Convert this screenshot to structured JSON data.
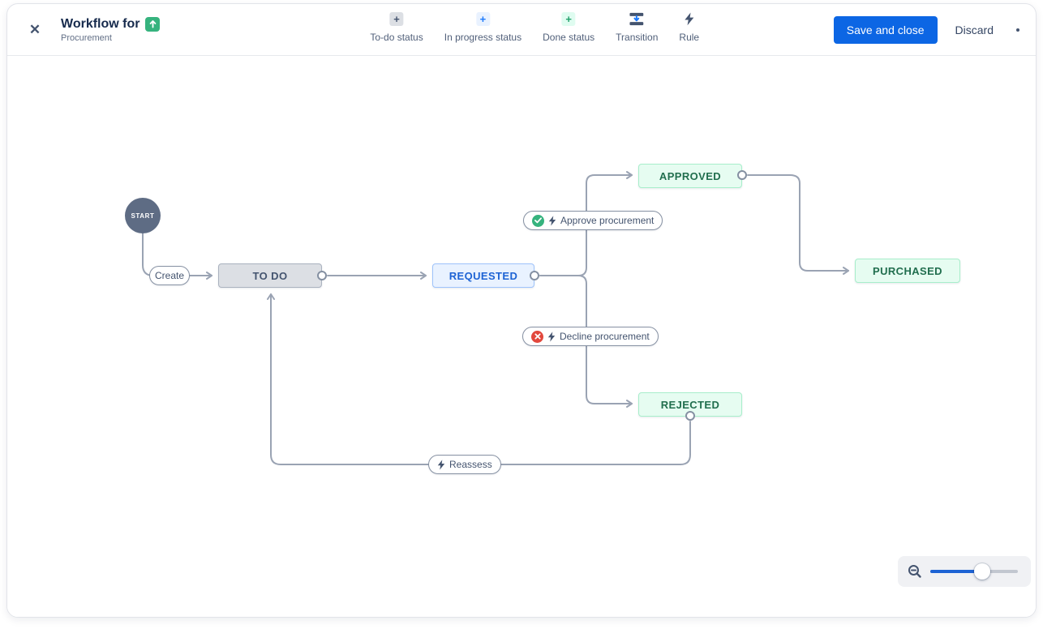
{
  "window": {
    "title": "Workflow for",
    "subtitle": "Procurement"
  },
  "toolbar": {
    "items": [
      {
        "label": "To-do status",
        "icon": "plus-gray"
      },
      {
        "label": "In progress status",
        "icon": "plus-blue"
      },
      {
        "label": "Done status",
        "icon": "plus-green"
      },
      {
        "label": "Transition",
        "icon": "transition-arrows"
      },
      {
        "label": "Rule",
        "icon": "lightning-bolt"
      }
    ],
    "plus_glyph": "+",
    "save_label": "Save and close",
    "discard_label": "Discard",
    "close_glyph": "✕"
  },
  "diagram": {
    "start_label": "START",
    "statuses": {
      "todo": "TO DO",
      "requested": "REQUESTED",
      "approved": "APPROVED",
      "purchased": "PURCHASED",
      "rejected": "REJECTED"
    },
    "transitions": {
      "create": "Create",
      "approve": "Approve procurement",
      "decline": "Decline procurement",
      "reassess": "Reassess"
    }
  },
  "zoom_control": {
    "slider_fraction": 0.55
  },
  "colors": {
    "primary_blue": "#0C66E4",
    "line_gray": "#9AA3B3",
    "status_todo_bg": "#DCDFE4",
    "status_inprogress_bg": "#E9F2FF",
    "status_done_bg": "#E6FCF1",
    "status_inprogress_text": "#1D63D4",
    "status_done_text": "#216E4E",
    "slate_text": "#44546F",
    "approve_badge_green": "#36B37E",
    "decline_badge_red": "#E2483D",
    "title_icon_green": "#36B37E",
    "start_node_bg": "#5E6C84"
  }
}
